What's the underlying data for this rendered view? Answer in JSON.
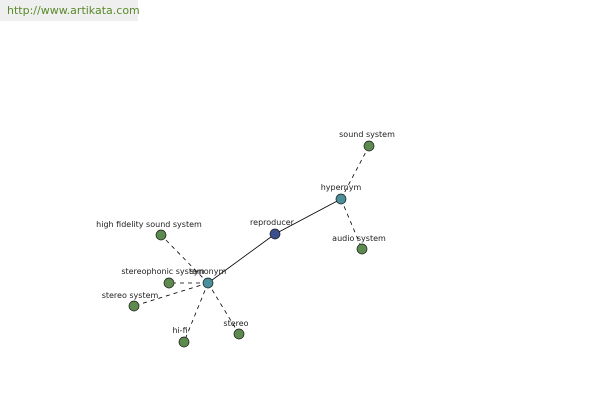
{
  "header": {
    "url": "http://www.artikata.com"
  },
  "colors": {
    "word": "#5d8a4e",
    "relation": "#4a8f99",
    "center": "#3b4f8f"
  },
  "graph": {
    "nodes": [
      {
        "id": "reproducer",
        "label": "reproducer",
        "kind": "center"
      },
      {
        "id": "hypernym",
        "label": "hypernym",
        "kind": "relation"
      },
      {
        "id": "synonym",
        "label": "synonym",
        "kind": "relation"
      },
      {
        "id": "sound-system",
        "label": "sound system",
        "kind": "word"
      },
      {
        "id": "audio-system",
        "label": "audio system",
        "kind": "word"
      },
      {
        "id": "high-fidelity-sound-system",
        "label": "high fidelity sound system",
        "kind": "word"
      },
      {
        "id": "stereophonic-system",
        "label": "stereophonic system",
        "kind": "word"
      },
      {
        "id": "stereo-system",
        "label": "stereo system",
        "kind": "word"
      },
      {
        "id": "hi-fi",
        "label": "hi-fi",
        "kind": "word"
      },
      {
        "id": "stereo",
        "label": "stereo",
        "kind": "word"
      }
    ],
    "edges": [
      {
        "from": "reproducer",
        "to": "hypernym",
        "style": "solid"
      },
      {
        "from": "reproducer",
        "to": "synonym",
        "style": "solid"
      },
      {
        "from": "hypernym",
        "to": "sound-system",
        "style": "dashed"
      },
      {
        "from": "hypernym",
        "to": "audio-system",
        "style": "dashed"
      },
      {
        "from": "synonym",
        "to": "high-fidelity-sound-system",
        "style": "dashed"
      },
      {
        "from": "synonym",
        "to": "stereophonic-system",
        "style": "dashed"
      },
      {
        "from": "synonym",
        "to": "stereo-system",
        "style": "dashed"
      },
      {
        "from": "synonym",
        "to": "hi-fi",
        "style": "dashed"
      },
      {
        "from": "synonym",
        "to": "stereo",
        "style": "dashed"
      }
    ]
  }
}
